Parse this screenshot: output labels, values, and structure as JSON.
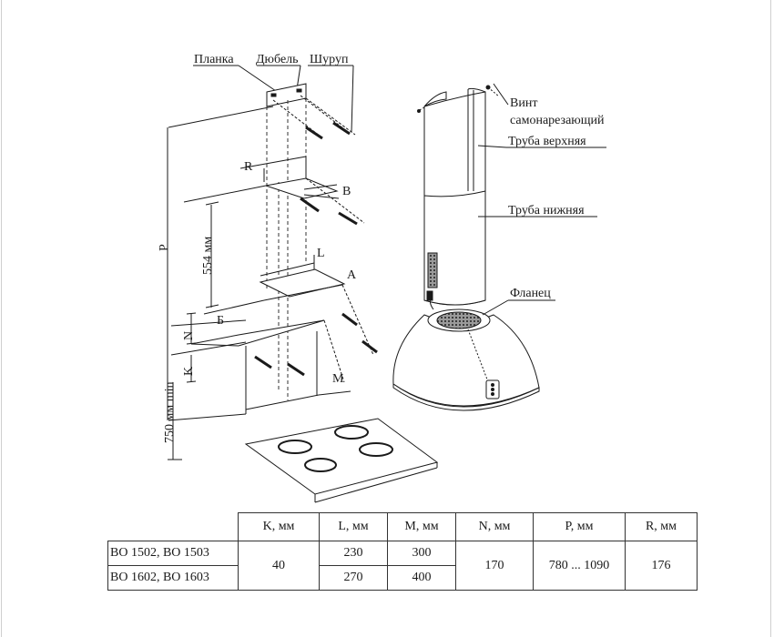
{
  "labels": {
    "planka": "Планка",
    "dyubel": "Дюбель",
    "shurup": "Шуруп",
    "vint_line1": "Винт",
    "vint_line2": "самонарезающий",
    "truba_verkhnyaya": "Труба верхняя",
    "truba_nizhnyaya": "Труба нижняя",
    "flanets": "Фланец"
  },
  "dimensions": {
    "R": "R",
    "B": "B",
    "L": "L",
    "A": "A",
    "N": "N",
    "Be": "Б",
    "K": "K",
    "M": "M",
    "P": "P",
    "height_554": "554 мм",
    "height_750": "750 мм min"
  },
  "table": {
    "headers": [
      "K, мм",
      "L, мм",
      "M, мм",
      "N, мм",
      "P, мм",
      "R, мм"
    ],
    "rows": [
      {
        "model": "ВО 1502, ВО 1503",
        "K": "40",
        "L": "230",
        "M": "300",
        "N": "170",
        "P": "780 ... 1090",
        "R": "176"
      },
      {
        "model": "ВО 1602, ВО 1603",
        "L": "270",
        "M": "400"
      }
    ]
  },
  "colors": {
    "line": "#1a1a1a",
    "dash": "#333333",
    "grille": "#555555",
    "hood_fill": "#ffffff"
  }
}
